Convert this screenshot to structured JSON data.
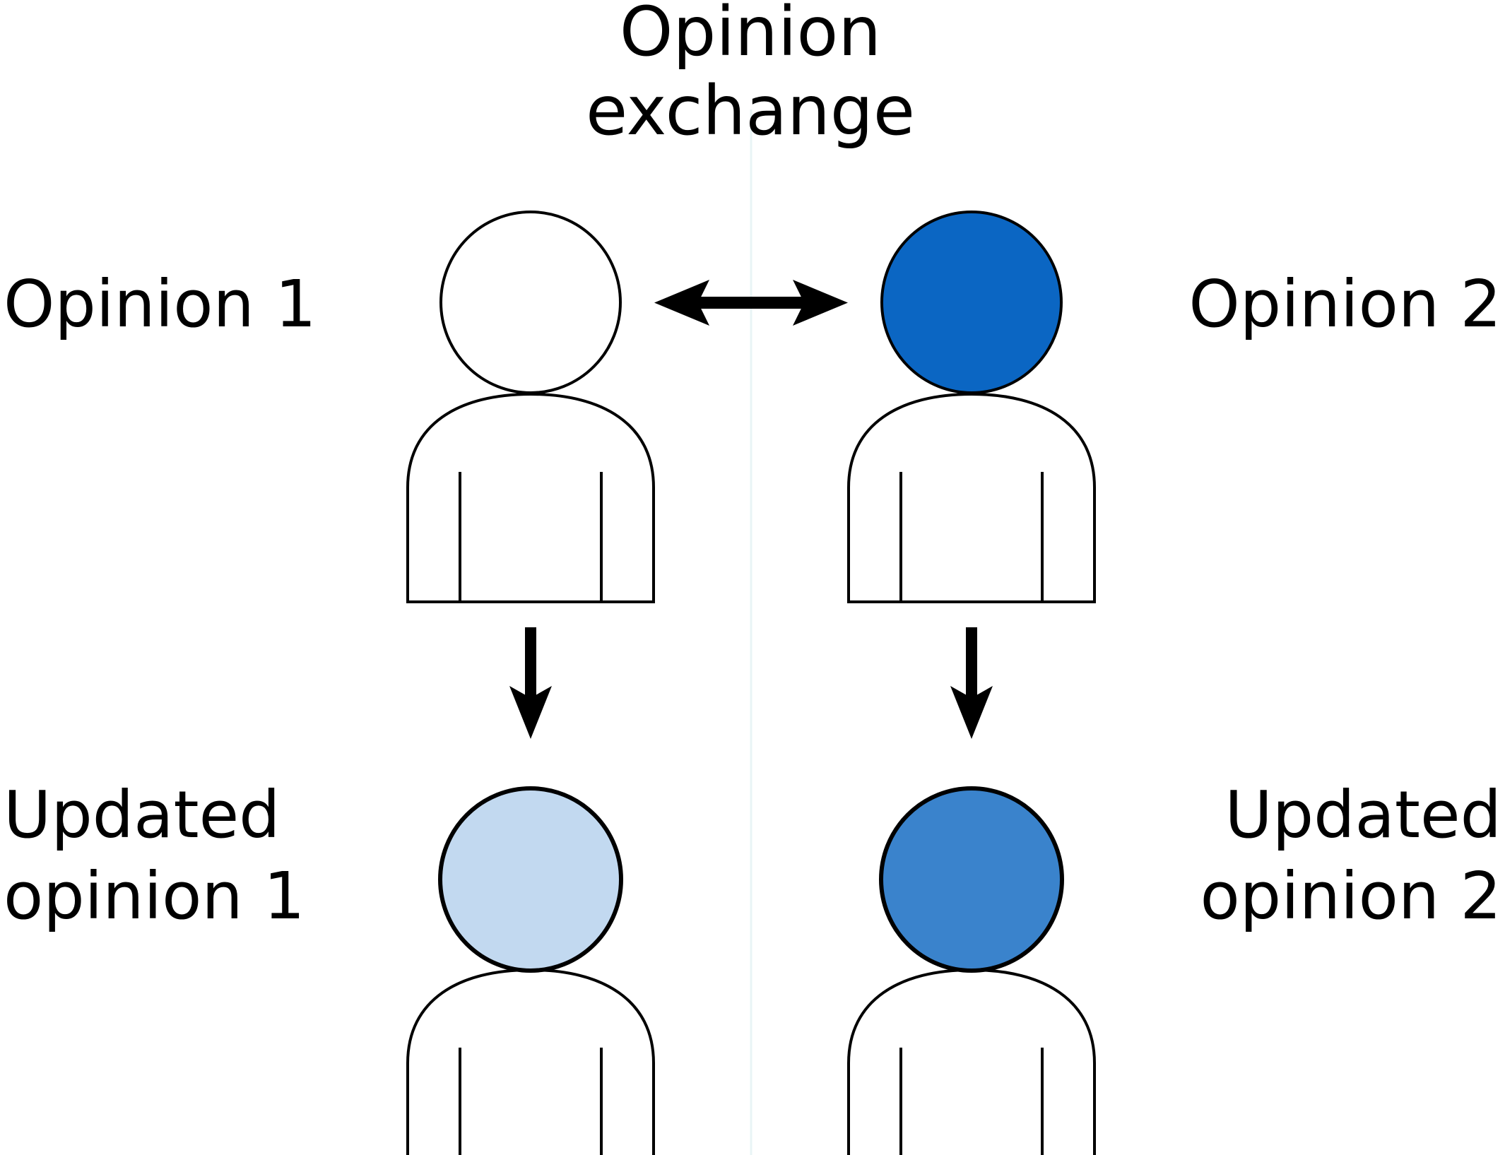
{
  "figure": {
    "title_line1": "Opinion",
    "title_line2": "exchange",
    "background_color": "#ffffff",
    "outline_color": "#000000"
  },
  "labels": {
    "top_left": "Opinion 1",
    "top_right": "Opinion 2",
    "bottom_left_line1": "Updated",
    "bottom_left_line2": "opinion 1",
    "bottom_right_line1": "Updated",
    "bottom_right_line2": "opinion 2"
  },
  "agents": [
    {
      "id": "agent-1-initial",
      "position": "top-left",
      "label": "Opinion 1",
      "head_fill": "#ffffff",
      "opinion_value": "white",
      "stage": "initial"
    },
    {
      "id": "agent-2-initial",
      "position": "top-right",
      "label": "Opinion 2",
      "head_fill": "#0b66c3",
      "opinion_value": "blue",
      "stage": "initial"
    },
    {
      "id": "agent-1-updated",
      "position": "bottom-left",
      "label": "Updated opinion 1",
      "head_fill": "#c2d9f0",
      "opinion_value": "light-blue",
      "stage": "updated"
    },
    {
      "id": "agent-2-updated",
      "position": "bottom-right",
      "label": "Updated opinion 2",
      "head_fill": "#3a83cc",
      "opinion_value": "medium-blue",
      "stage": "updated"
    }
  ],
  "arrows": {
    "exchange": {
      "name": "opinion-exchange-arrow",
      "type": "double-headed-horizontal",
      "caption": "Opinion exchange"
    },
    "update_left": {
      "name": "update-arrow-left",
      "type": "single-headed-down"
    },
    "update_right": {
      "name": "update-arrow-right",
      "type": "single-headed-down"
    }
  },
  "colors": {
    "opinion_1": "#ffffff",
    "opinion_2": "#0b66c3",
    "updated_opinion_1": "#c2d9f0",
    "updated_opinion_2": "#3a83cc",
    "stroke": "#000000"
  }
}
